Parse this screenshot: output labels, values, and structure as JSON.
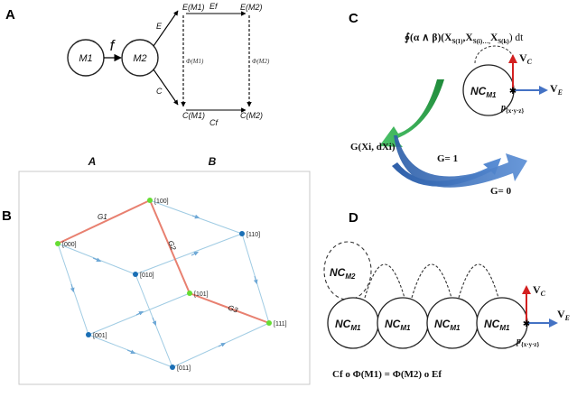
{
  "panels": {
    "a": "A",
    "b": "B",
    "c": "C",
    "d": "D"
  },
  "panel_a": {
    "m1": "M1",
    "m2": "M2",
    "f": "f",
    "e": "E",
    "c": "C",
    "em1": "E(M1)",
    "em2": "E(M2)",
    "cm1": "C(M1)",
    "cm2": "C(M2)",
    "ef": "Ef",
    "cf": "Cf",
    "phi_m1": "Φ(M1)",
    "phi_m2": "Φ(M2)"
  },
  "panel_b": {
    "col_a": "A",
    "col_b": "B",
    "nodes": [
      "[000]",
      "[100]",
      "[110]",
      "[010]",
      "[101]",
      "[001]",
      "[111]",
      "[011]"
    ],
    "g1": "G1",
    "g2": "G2",
    "g3": "G3"
  },
  "panel_c": {
    "integral_prefix": "∮(α ∧ β)(X",
    "s1": "S(1)",
    "si": "S(i)…,",
    "sk": "S(k)",
    "dt": ") dt",
    "nc": "NC",
    "m1": "M1",
    "vc": "V",
    "vc_sub": "C",
    "ve": "V",
    "ve_sub": "E",
    "p": "p",
    "p_sub": "{x·y·z}",
    "g": "G(Xi, dXi)",
    "g1": "G= 1",
    "g0": "G= 0"
  },
  "panel_d": {
    "nc": "NC",
    "m1": "M1",
    "m2": "M2",
    "vc": "V",
    "vc_sub": "C",
    "ve": "V",
    "ve_sub": "E",
    "p": "p",
    "p_sub": "{x·y·z}",
    "equation": "Cf o Φ(M1) = Φ(M2) o Ef"
  },
  "colors": {
    "green_node": "#66dd33",
    "blue_node": "#1a6fb5",
    "red_path": "#e88070",
    "edge": "#9fcbe3",
    "arrow_blue": "#4472c4",
    "arrow_red": "#d32020",
    "arrow_green": "#2e9e44"
  }
}
